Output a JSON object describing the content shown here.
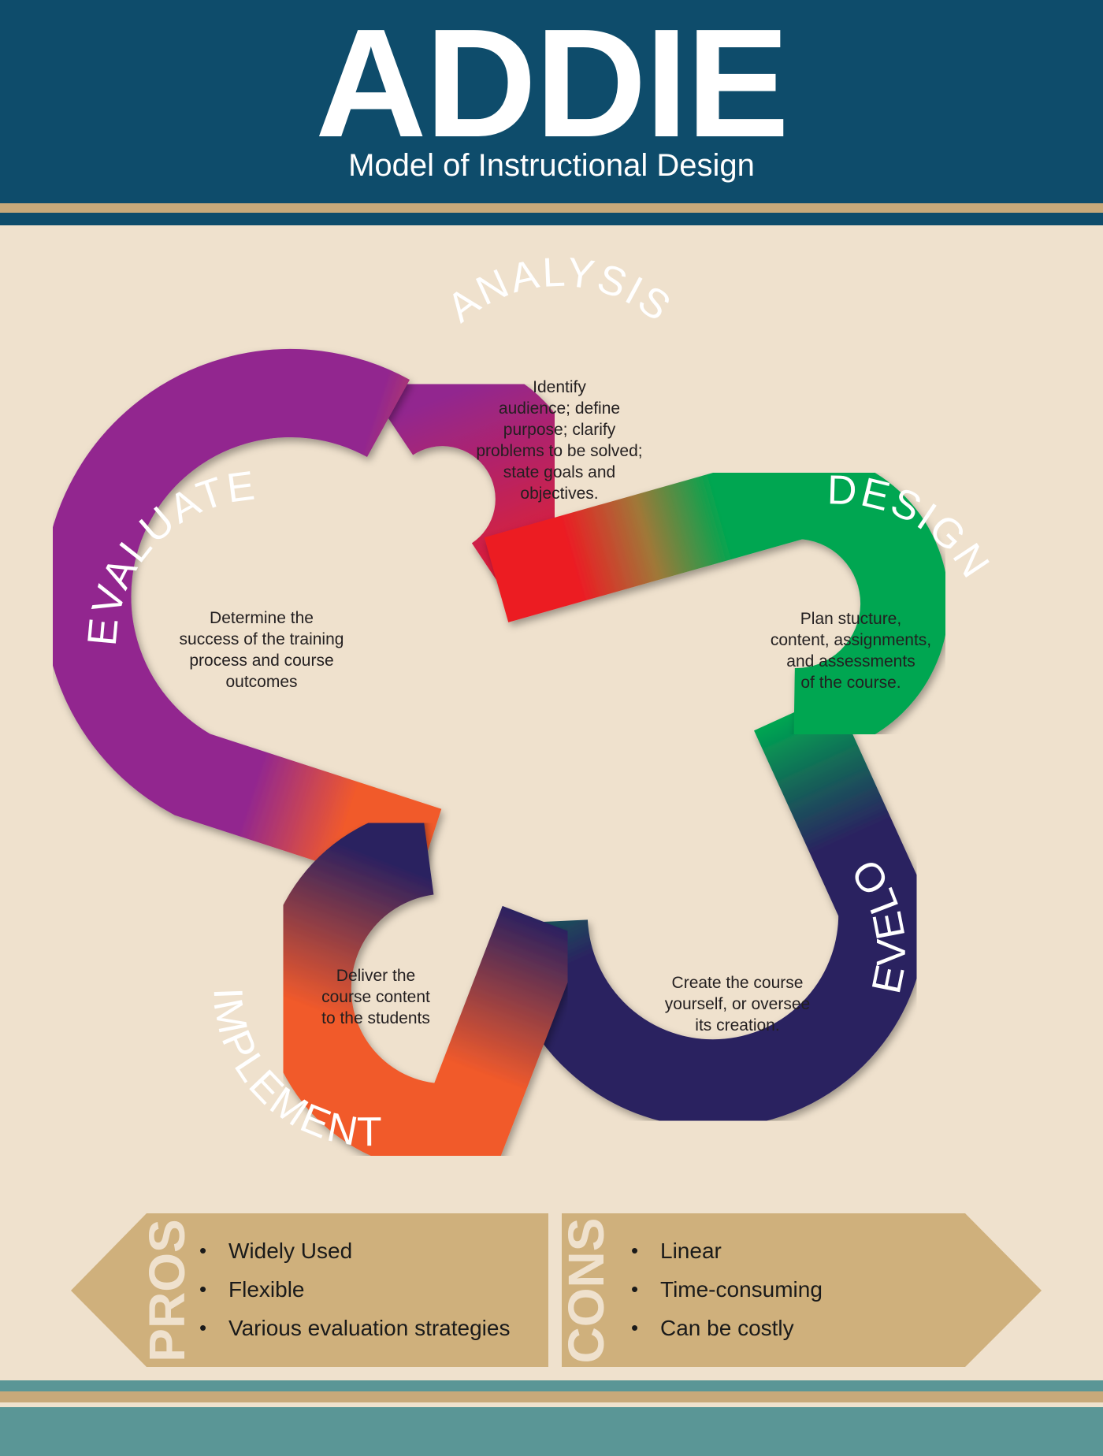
{
  "header": {
    "title": "ADDIE",
    "subtitle": "Model of Instructional Design"
  },
  "colors": {
    "header": "#0e4c6b",
    "gold": "#c8a97a",
    "background": "#efe1cd",
    "footer": "#5a9696",
    "panel": "#cfb07c",
    "analysis": "#ec1c24",
    "design": "#00a651",
    "develop": "#2b2160",
    "implement": "#f15a2b",
    "evaluate": "#92278f"
  },
  "stages": [
    {
      "key": "analysis",
      "label": "ANALYSIS",
      "color": "#ec1c24",
      "desc": [
        "Identify",
        "audience; define",
        "purpose; clarify",
        "problems to be solved;",
        "state goals and",
        "objectives."
      ]
    },
    {
      "key": "design",
      "label": "DESIGN",
      "color": "#00a651",
      "desc": [
        "Plan stucture,",
        "content, assignments,",
        "and assessments",
        "of the course."
      ]
    },
    {
      "key": "develop",
      "label": "DEVELOP",
      "color": "#2b2160",
      "desc": [
        "Create the course",
        "yourself, or oversee",
        "its creation."
      ]
    },
    {
      "key": "implement",
      "label": "IMPLEMENT",
      "color": "#f15a2b",
      "desc": [
        "Deliver the",
        "course content",
        "to the students"
      ]
    },
    {
      "key": "evaluate",
      "label": "EVALUATE",
      "color": "#92278f",
      "desc": [
        "Determine the",
        "success of the training",
        "process and course",
        "outcomes"
      ]
    }
  ],
  "pros": {
    "label": "PROS",
    "items": [
      "Widely Used",
      "Flexible",
      "Various evaluation strategies"
    ]
  },
  "cons": {
    "label": "CONS",
    "items": [
      "Linear",
      "Time-consuming",
      "Can be costly"
    ]
  }
}
